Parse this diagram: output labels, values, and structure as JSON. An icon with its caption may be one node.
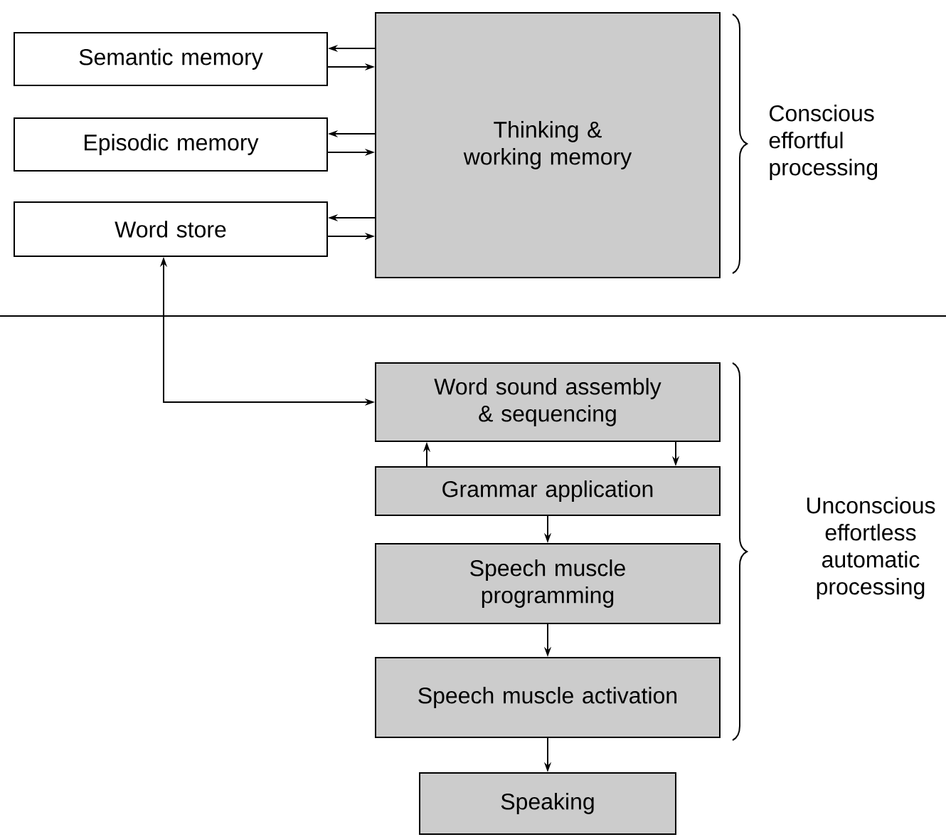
{
  "diagram": {
    "nodes": [
      {
        "text": [
          "Semantic memory"
        ]
      },
      {
        "text": [
          "Episodic memory"
        ]
      },
      {
        "text": [
          "Word store"
        ]
      },
      {
        "text": [
          "Thinking & working memory"
        ]
      },
      {
        "text": [
          "Word sound assembly & sequencing"
        ]
      },
      {
        "text": [
          "Grammar application"
        ]
      },
      {
        "text": [
          "Speech muscle programming"
        ]
      },
      {
        "text": [
          "Speech muscle activation"
        ]
      },
      {
        "text": [
          "Speaking"
        ]
      }
    ],
    "edges": [
      {
        "from": 3,
        "to": 0,
        "arrow": "to"
      },
      {
        "from": 0,
        "to": 3,
        "arrow": "to"
      },
      {
        "from": 3,
        "to": 1,
        "arrow": "to"
      },
      {
        "from": 1,
        "to": 3,
        "arrow": "to"
      },
      {
        "from": 3,
        "to": 2,
        "arrow": "to"
      },
      {
        "from": 2,
        "to": 3,
        "arrow": "to"
      },
      {
        "from": 2,
        "to": 4,
        "arrow": "both"
      },
      {
        "from": 5,
        "to": 4,
        "arrow": "to"
      },
      {
        "from": 4,
        "to": 5,
        "arrow": "to"
      },
      {
        "from": 5,
        "to": 6,
        "arrow": "to"
      },
      {
        "from": 6,
        "to": 7,
        "arrow": "to"
      },
      {
        "from": 7,
        "to": 8,
        "arrow": "to"
      }
    ],
    "labels": [
      "Conscious effortful processing",
      "Unconscious effortless automatic processing"
    ]
  }
}
